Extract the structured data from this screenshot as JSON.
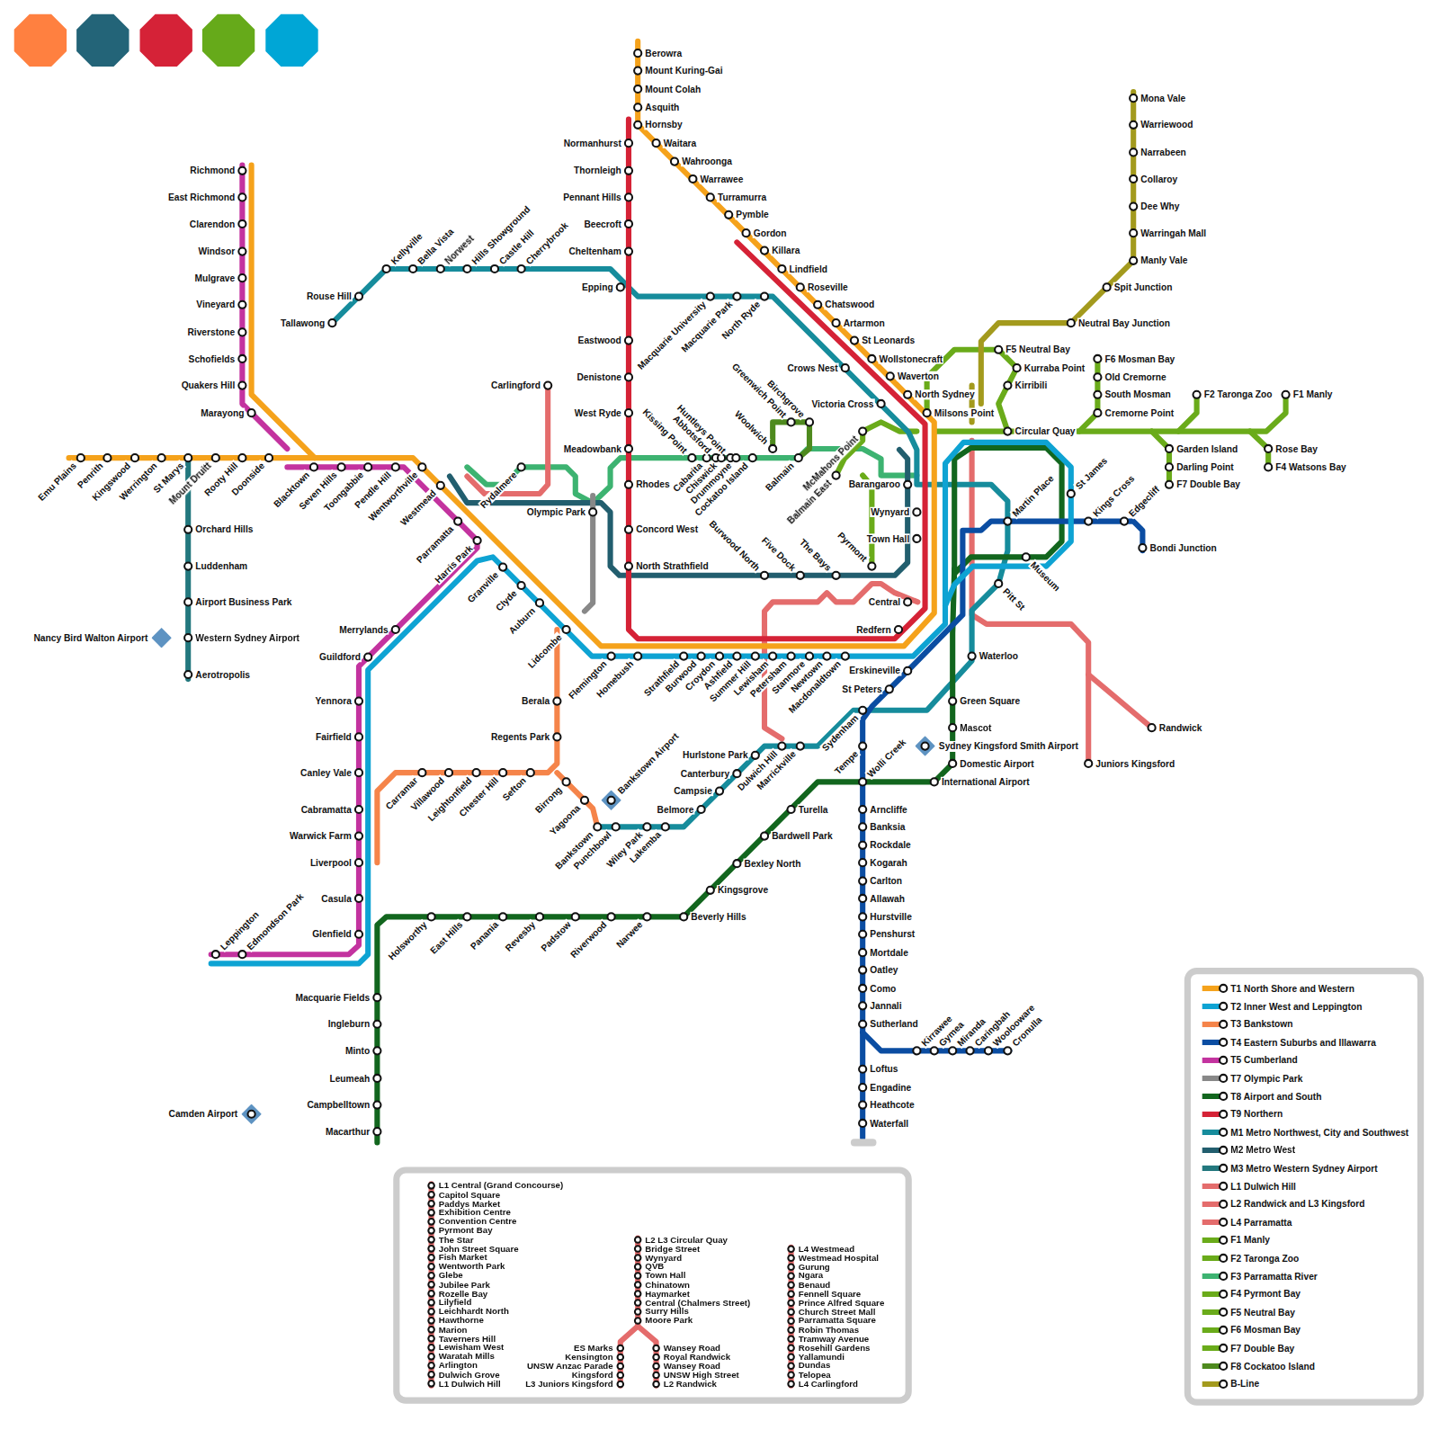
{
  "diagram": {
    "nodes": [
      {
        "text": [
          "Nancy Bird Walton Airport"
        ]
      },
      {
        "text": [
          "Sydney Kingsford Smith Airport"
        ]
      },
      {
        "text": [
          "Bankstown Airport"
        ]
      },
      {
        "text": [
          "Camden Airport"
        ]
      }
    ],
    "labels": [
      "Berowra",
      "Mount Kuring-Gai",
      "Mount Colah",
      "Asquith",
      "Hornsby",
      "Waitara",
      "Wahroonga",
      "Warrawee",
      "Turramurra",
      "Pymble",
      "Gordon",
      "Killara",
      "Lindfield",
      "Roseville",
      "Chatswood",
      "Artarmon",
      "St Leonards",
      "Wollstonecraft",
      "Waverton",
      "North Sydney",
      "Milsons Point",
      "Normanhurst",
      "Thornleigh",
      "Pennant Hills",
      "Beecroft",
      "Cheltenham",
      "Epping",
      "Eastwood",
      "Denistone",
      "West Ryde",
      "Meadowbank",
      "Rhodes",
      "Concord West",
      "North Strathfield",
      "Richmond",
      "East Richmond",
      "Clarendon",
      "Windsor",
      "Mulgrave",
      "Vineyard",
      "Riverstone",
      "Schofields",
      "Quakers Hill",
      "Marayong",
      "Tallawong",
      "Rouse Hill",
      "Kellyville",
      "Bella Vista",
      "Norwest",
      "Hills Showground",
      "Castle Hill",
      "Cherrybrook",
      "Macquarie University",
      "Macquarie Park",
      "North Ryde",
      "Crows Nest",
      "Victoria Cross",
      "Emu Plains",
      "Penrith",
      "Kingswood",
      "Werrington",
      "St Marys",
      "Mount Druitt",
      "Rooty Hill",
      "Doonside",
      "Blacktown",
      "Seven Hills",
      "Toongabbie",
      "Pendle Hill",
      "Wentworthville",
      "Westmead",
      "Parramatta",
      "Harris Park",
      "Carlingford",
      "Rydalmere",
      "Olympic Park",
      "Granville",
      "Clyde",
      "Auburn",
      "Lidcombe",
      "Flemington",
      "Homebush",
      "Strathfield",
      "Burwood",
      "Croydon",
      "Ashfield",
      "Summer Hill",
      "Lewisham",
      "Petersham",
      "Stanmore",
      "Newtown",
      "Macdonaldtown",
      "Orchard Hills",
      "Luddenham",
      "Airport Business Park",
      "Western Sydney Airport",
      "Aerotropolis",
      "Merrylands",
      "Guildford",
      "Yennora",
      "Fairfield",
      "Canley Vale",
      "Cabramatta",
      "Warwick Farm",
      "Liverpool",
      "Casula",
      "Glenfield",
      "Leppington",
      "Edmondson Park",
      "Macquarie Fields",
      "Ingleburn",
      "Minto",
      "Leumeah",
      "Campbelltown",
      "Macarthur",
      "Holsworthy",
      "East Hills",
      "Panania",
      "Revesby",
      "Padstow",
      "Riverwood",
      "Narwee",
      "Beverly Hills",
      "Kingsgrove",
      "Bexley North",
      "Bardwell Park",
      "Turella",
      "Berala",
      "Regents Park",
      "Carramar",
      "Villawood",
      "Leightonfield",
      "Chester Hill",
      "Sefton",
      "Birrong",
      "Yagoona",
      "Bankstown",
      "Punchbowl",
      "Wiley Park",
      "Lakemba",
      "Belmore",
      "Campsie",
      "Canterbury",
      "Hurlstone Park",
      "Dulwich Hill",
      "Marrickville",
      "Sydenham",
      "Tempe",
      "Wolli Creek",
      "St Peters",
      "Erskineville",
      "Arncliffe",
      "Banksia",
      "Rockdale",
      "Kogarah",
      "Carlton",
      "Allawah",
      "Hurstville",
      "Penshurst",
      "Mortdale",
      "Oatley",
      "Como",
      "Jannali",
      "Sutherland",
      "Loftus",
      "Engadine",
      "Heathcote",
      "Waterfall",
      "Kirrawee",
      "Gymea",
      "Miranda",
      "Caringbah",
      "Woolooware",
      "Cronulla",
      "International Airport",
      "Domestic Airport",
      "Mascot",
      "Green Square",
      "Waterloo",
      "Redfern",
      "Central",
      "Town Hall",
      "Wynyard",
      "Barangaroo",
      "Martin Place",
      "Pitt St",
      "Museum",
      "St James",
      "Circular Quay",
      "Kings Cross",
      "Edgecliff",
      "Bondi Junction",
      "Juniors Kingsford",
      "Randwick",
      "Burwood North",
      "Five Dock",
      "The Bays",
      "Pyrmont",
      "Kissing Point",
      "Abbotsford",
      "Huntleys Point",
      "Cabarita",
      "Chiswick",
      "Drummoyne",
      "Cockatoo Island",
      "Woolwich",
      "Greenwich Point",
      "Birchgrove",
      "Balmain",
      "McMahons Point",
      "Balmain East",
      "F5 Neutral Bay",
      "Kurraba Point",
      "Kirribili",
      "F6 Mosman Bay",
      "Old Cremorne",
      "South Mosman",
      "Cremorne Point",
      "F2 Taronga Zoo",
      "F1 Manly",
      "Garden Island",
      "Darling Point",
      "F7 Double Bay",
      "Rose Bay",
      "F4 Watsons Bay",
      "Mona Vale",
      "Warriewood",
      "Narrabeen",
      "Collaroy",
      "Dee Why",
      "Warringah Mall",
      "Manly Vale",
      "Spit Junction",
      "Neutral Bay Junction",
      "L1 Central (Grand Concourse)",
      "Capitol Square",
      "Paddys Market",
      "Exhibition Centre",
      "Convention Centre",
      "Pyrmont Bay",
      "The Star",
      "John Street Square",
      "Fish Market",
      "Wentworth Park",
      "Glebe",
      "Jubilee Park",
      "Rozelle Bay",
      "Lilyfield",
      "Leichhardt North",
      "Hawthorne",
      "Marion",
      "Taverners Hill",
      "Lewisham West",
      "Waratah Mills",
      "Arlington",
      "Dulwich Grove",
      "L1 Dulwich Hill",
      "L2 L3 Circular Quay",
      "Bridge Street",
      "Wynyard",
      "QVB",
      "Town Hall",
      "Chinatown",
      "Haymarket",
      "Central (Chalmers Street)",
      "Surry Hills",
      "Moore Park",
      "ES Marks",
      "Kensington",
      "UNSW Anzac Parade",
      "Kingsford",
      "L3 Juniors Kingsford",
      "Wansey Road",
      "Royal Randwick",
      "Wansey Road",
      "UNSW High Street",
      "L2 Randwick",
      "L4 Westmead",
      "Westmead Hospital",
      "Gurung",
      "Ngara",
      "Benaud",
      "Fennell Square",
      "Prince Alfred Square",
      "Church Street Mall",
      "Parramatta Square",
      "Robin Thomas",
      "Tramway Avenue",
      "Rosehill Gardens",
      "Yallamundi",
      "Dundas",
      "Telopea",
      "L4 Carlingford"
    ],
    "legend": [
      {
        "text": "T1 North Shore and Western"
      },
      {
        "text": "T2 Inner West and Leppington"
      },
      {
        "text": "T3 Bankstown"
      },
      {
        "text": "T4 Eastern Suburbs and Illawarra"
      },
      {
        "text": "T5 Cumberland"
      },
      {
        "text": "T7 Olympic Park"
      },
      {
        "text": "T8 Airport and South"
      },
      {
        "text": "T9 Northern"
      },
      {
        "text": "M1 Metro Northwest, City and Southwest"
      },
      {
        "text": "M2 Metro West"
      },
      {
        "text": "M3 Metro Western Sydney Airport"
      },
      {
        "text": "L1 Dulwich Hill"
      },
      {
        "text": "L2 Randwick and L3 Kingsford"
      },
      {
        "text": "L4 Parramatta"
      },
      {
        "text": "F1 Manly"
      },
      {
        "text": "F2 Taronga Zoo"
      },
      {
        "text": "F3 Parramatta River"
      },
      {
        "text": "F4 Pyrmont Bay"
      },
      {
        "text": "F5 Neutral Bay"
      },
      {
        "text": "F6 Mosman Bay"
      },
      {
        "text": "F7 Double Bay"
      },
      {
        "text": "F8 Cockatoo Island"
      },
      {
        "text": "B-Line"
      }
    ]
  }
}
